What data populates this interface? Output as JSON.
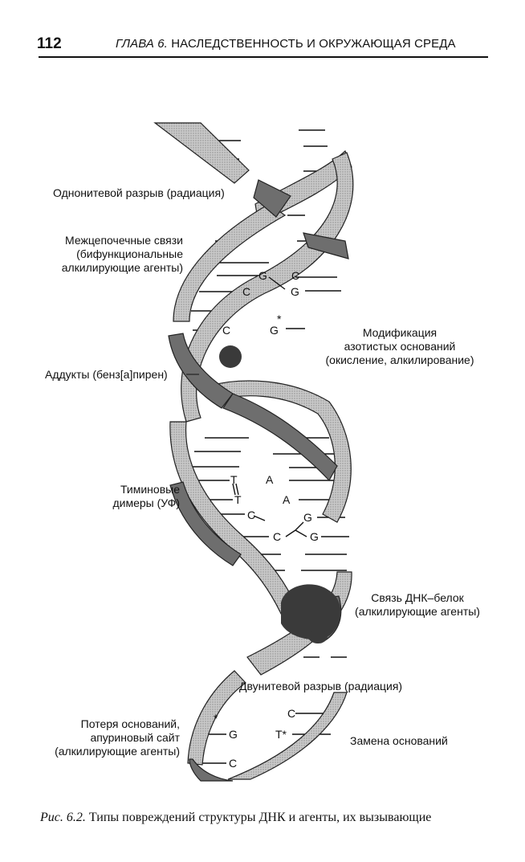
{
  "header": {
    "page_number": "112",
    "chapter_label": "ГЛАВА 6.",
    "chapter_title": "НАСЛЕДСТВЕННОСТЬ И ОКРУЖАЮЩАЯ СРЕДА"
  },
  "figure": {
    "labels": {
      "single_strand_break": "Однонитевой разрыв (радиация)",
      "crosslinks_1": "Межцепочечные связи",
      "crosslinks_2": "(бифункциональные",
      "crosslinks_3": "алкилирующие агенты)",
      "base_mod_1": "Модификация",
      "base_mod_2": "азотистых оснований",
      "base_mod_3": "(окисление, алкилирование)",
      "adducts": "Аддукты (бенз[а]пирен)",
      "thymine_1": "Тиминовые",
      "thymine_2": "димеры (УФ)",
      "dna_protein_1": "Связь ДНК–белок",
      "dna_protein_2": "(алкилирующие агенты)",
      "double_strand_break": "Двунитевой разрыв (радиация)",
      "base_loss_1": "Потеря оснований,",
      "base_loss_2": "апуриновый сайт",
      "base_loss_3": "(алкилирующие агенты)",
      "base_substitution": "Замена оснований"
    },
    "bases": {
      "g1": "G",
      "c1": "C",
      "c2": "C",
      "g2": "G",
      "c3": "C",
      "g3": "G",
      "star": "*",
      "t1": "T",
      "t2": "T",
      "a1": "A",
      "a2": "A",
      "c4": "C",
      "g4": "G",
      "c5": "C",
      "g5": "G",
      "star2": "*",
      "g6": "G",
      "c6": "C",
      "c7": "C",
      "t3": "T*"
    }
  },
  "caption": {
    "prefix": "Рис. 6.2.",
    "text": "Типы повреждений структуры ДНК и агенты, их вызывающие"
  },
  "colors": {
    "strand_light": "#b4b4b4",
    "strand_dark": "#6a6a6a",
    "ink": "#111111"
  }
}
